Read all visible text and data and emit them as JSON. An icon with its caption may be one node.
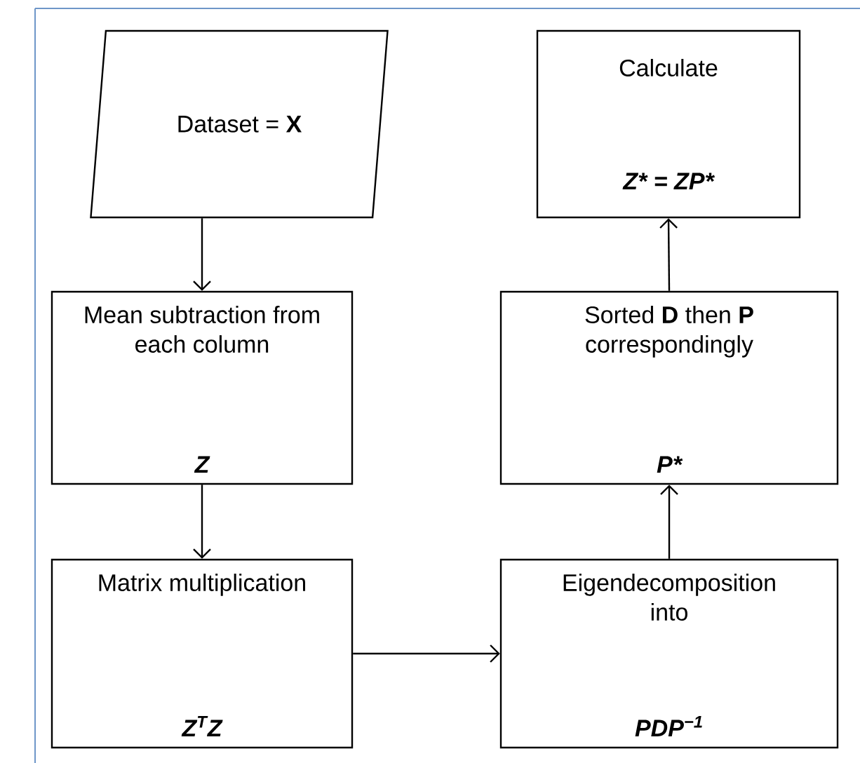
{
  "diagram": {
    "nodes": [
      {
        "text": [
          "Dataset = **X**"
        ]
      },
      {
        "text": [
          "Mean subtraction from each column",
          "Z"
        ]
      },
      {
        "text": [
          "Matrix multiplication",
          "Z$^{T}$Z"
        ]
      },
      {
        "text": [
          "Eigendecomposition into",
          "PDP$^{−1}$"
        ]
      },
      {
        "text": [
          "Sorted **D** then **P** correspondingly",
          "P*"
        ]
      },
      {
        "text": [
          "Calculate",
          "Z* = ZP*"
        ]
      }
    ],
    "edges": [
      {
        "from": 0,
        "to": 1,
        "arrow": "to"
      },
      {
        "from": 1,
        "to": 2,
        "arrow": "to"
      },
      {
        "from": 2,
        "to": 3,
        "arrow": "to"
      },
      {
        "from": 3,
        "to": 4,
        "arrow": "to"
      },
      {
        "from": 4,
        "to": 5,
        "arrow": "to"
      }
    ]
  }
}
